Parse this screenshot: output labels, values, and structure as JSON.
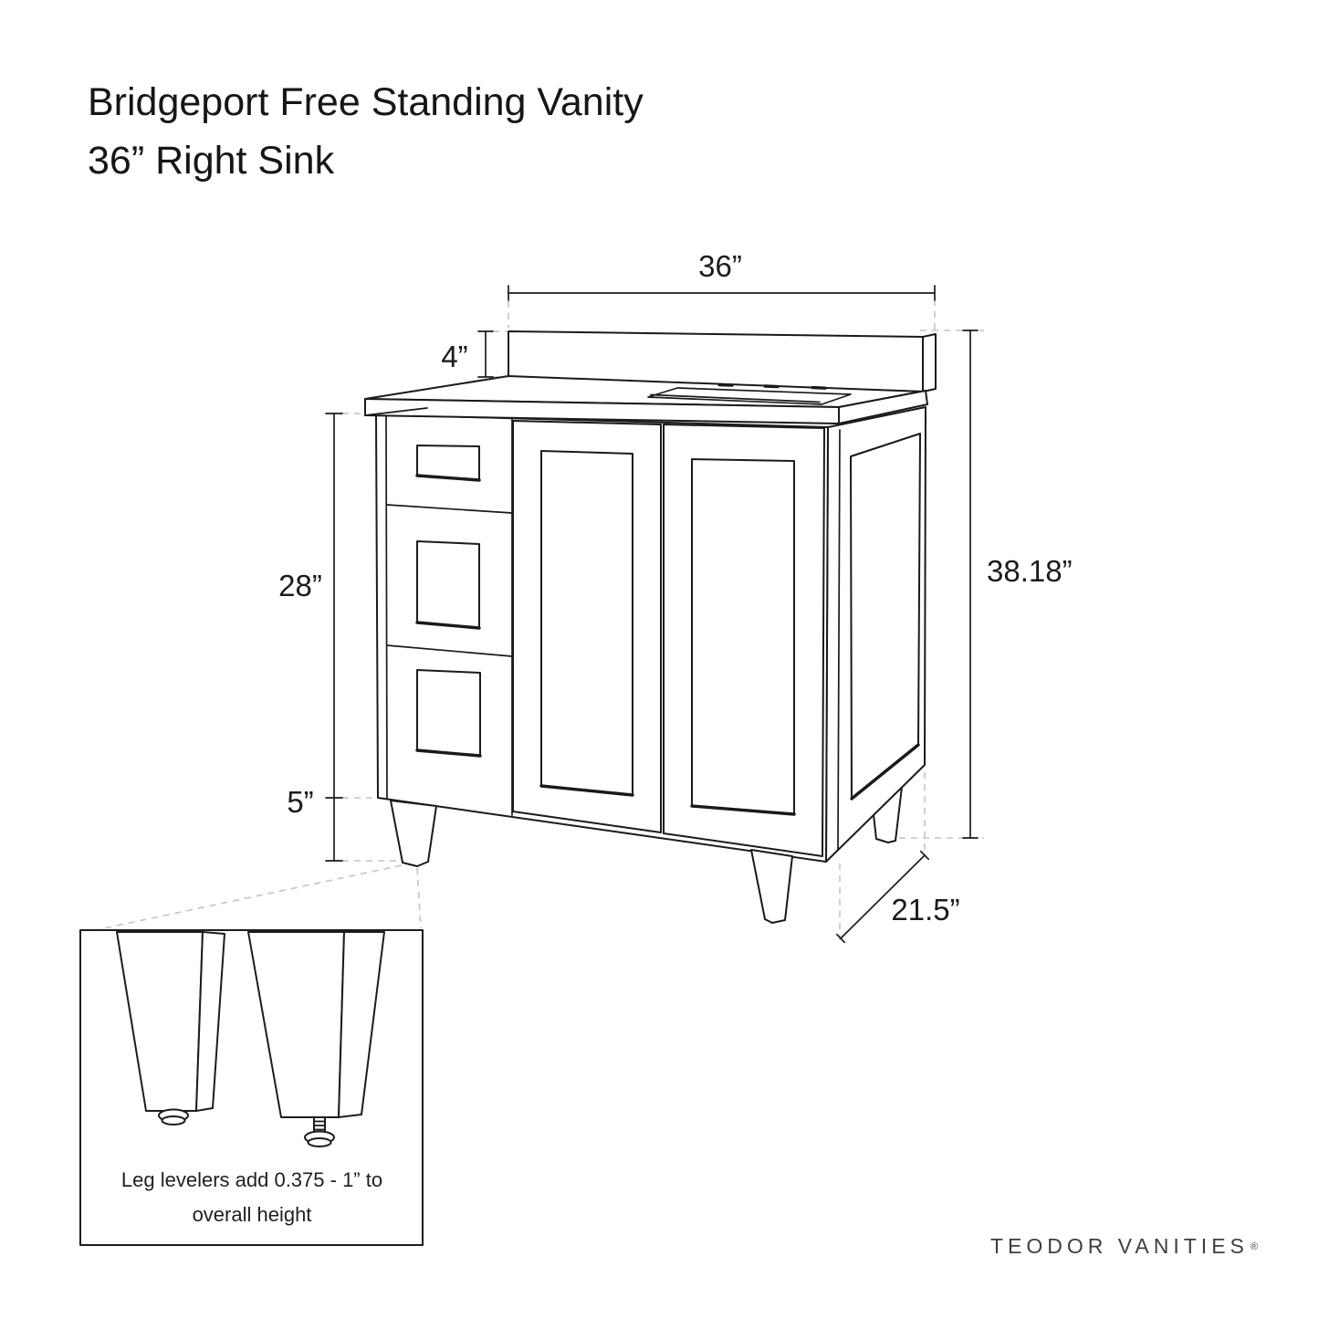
{
  "title": {
    "line1": "Bridgeport Free Standing Vanity",
    "line2": "36” Right Sink"
  },
  "dimensions": {
    "top_width": "36”",
    "backsplash_height": "4”",
    "cabinet_height": "28”",
    "leg_height": "5”",
    "overall_height": "38.18”",
    "depth": "21.5”"
  },
  "inset": {
    "note_line1": "Leg levelers add 0.375 - 1” to",
    "note_line2": "overall height"
  },
  "brand": {
    "name": "TEODOR VANITIES",
    "registered": "®"
  },
  "colors": {
    "line": "#1a1a1a",
    "dashed_line": "#c4c4c4",
    "background": "#ffffff",
    "text": "#161616"
  }
}
